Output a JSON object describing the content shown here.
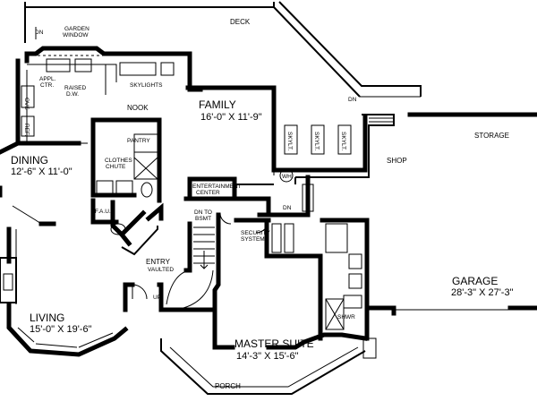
{
  "rooms": {
    "deck": "DECK",
    "nook": "NOOK",
    "family": {
      "name": "FAMILY",
      "size": "16'-0\" X 11'-9\""
    },
    "dining": {
      "name": "DINING",
      "size": "12'-6\" X 11'-0\""
    },
    "living": {
      "name": "LIVING",
      "size": "15'-0\" X 19'-6\""
    },
    "master_suite": {
      "name": "MASTER SUITE",
      "size": "14'-3\" X 15'-6\""
    },
    "garage": {
      "name": "GARAGE",
      "size": "28'-3\" X 27'-3\""
    },
    "storage": "STORAGE",
    "shop": "SHOP",
    "porch": "PORCH",
    "entry": "ENTRY",
    "pantry": "PANTRY"
  },
  "labels": {
    "dn_top": "DN",
    "garden_window_1": "GARDEN",
    "garden_window_2": "WINDOW",
    "appl_ctr_1": "APPL.",
    "appl_ctr_2": "CTR.",
    "raised_dw_1": "RAISED",
    "raised_dw_2": "D.W.",
    "skylights": "SKYLIGHTS",
    "ovens": "OVS",
    "ref": "REF.",
    "clothes_chute_1": "CLOTHES",
    "clothes_chute_2": "CHUTE",
    "fau": "F.A.U.",
    "entertainment_center_1": "ENTERTAINMENT",
    "entertainment_center_2": "CENTER",
    "wh": "WH",
    "dn_to_bsmt_1": "DN TO",
    "dn_to_bsmt_2": "BSMT",
    "security_system_1": "SECURITY",
    "security_system_2": "SYSTEM",
    "vaulted": "VAULTED",
    "up": "UP",
    "dn_deck": "DN",
    "dn_hall": "DN",
    "skylt": "SKYLT.",
    "shwr": "SHWR"
  }
}
